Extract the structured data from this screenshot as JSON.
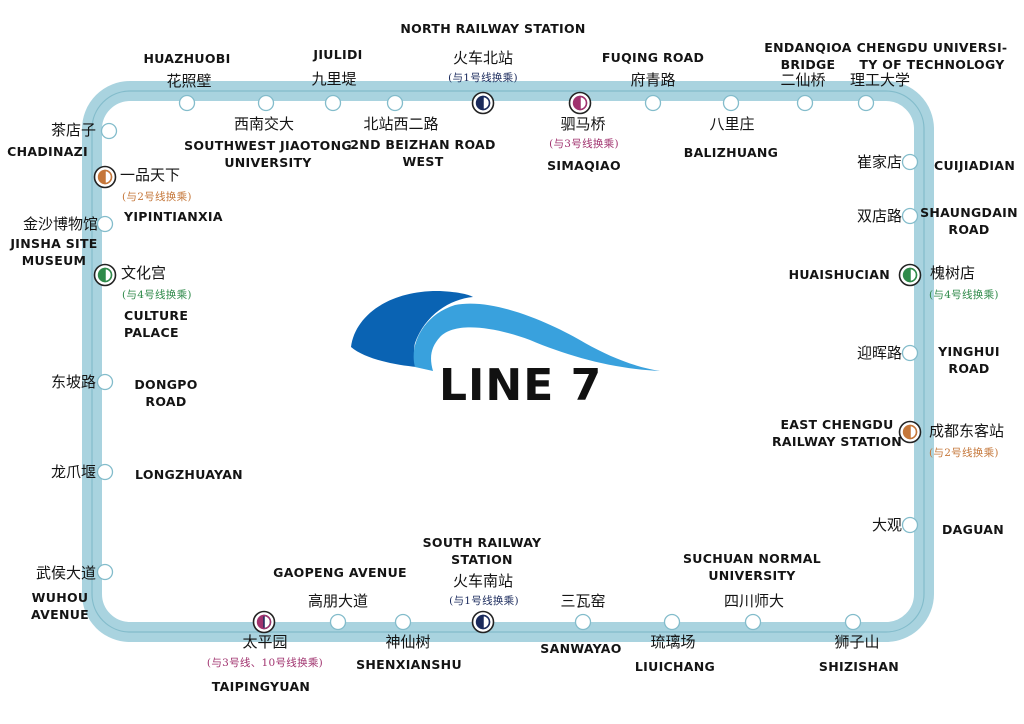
{
  "map": {
    "title": "LINE 7",
    "colors": {
      "loop": "#a9d3df",
      "loop_edge": "#83bccb",
      "logo_dark": "#0a63b3",
      "logo_light": "#39a1dd",
      "transfer_line1": "#1a2a5c",
      "transfer_line2": "#c5773a",
      "transfer_line3": "#a0326e",
      "transfer_line4": "#2f8a4a"
    },
    "stations": {
      "huochebeizhan": {
        "cn": "火车北站",
        "en": "NORTH RAILWAY STATION",
        "transfer": "(与1号线换乘)",
        "icon": "transfer-line1-icon"
      },
      "simaqiao": {
        "cn": "驷马桥",
        "en": "SIMAQIAO",
        "transfer": "(与3号线换乘)",
        "icon": "transfer-line3-icon"
      },
      "fuqinglu": {
        "cn": "府青路",
        "en": "FUQING ROAD"
      },
      "balizhuang": {
        "cn": "八里庄",
        "en": "BALIZHUANG"
      },
      "erxianqiao": {
        "cn": "二仙桥",
        "en": "ENDANQIOA\nBRIDGE"
      },
      "ligongdaxue": {
        "cn": "理工大学",
        "en": "CHENGDU UNIVERSI-\nTY OF TECHNOLOGY"
      },
      "cuijiadian": {
        "cn": "崔家店",
        "en": "CUIJIADIAN"
      },
      "shuangdianlu": {
        "cn": "双店路",
        "en": "SHAUNGDAIN\nROAD"
      },
      "huaishudian": {
        "cn": "槐树店",
        "en": "HUAISHUCIAN",
        "transfer": "(与4号线换乘)",
        "icon": "transfer-line4-icon"
      },
      "yinghuilu": {
        "cn": "迎晖路",
        "en": "YINGHUI\nROAD"
      },
      "chengdudongkezhan": {
        "cn": "成都东客站",
        "en": "EAST CHENGDU\nRAILWAY STATION",
        "transfer": "(与2号线换乘)",
        "icon": "transfer-line2-icon"
      },
      "daguan": {
        "cn": "大观",
        "en": "DAGUAN"
      },
      "shizishan": {
        "cn": "狮子山",
        "en": "SHIZISHAN"
      },
      "sichuanshida": {
        "cn": "四川师大",
        "en": "SUCHUAN NORMAL\nUNIVERSITY"
      },
      "liulichang": {
        "cn": "琉璃场",
        "en": "LIUICHANG"
      },
      "sanwayao": {
        "cn": "三瓦窑",
        "en": "SANWAYAO"
      },
      "huochenanzhan": {
        "cn": "火车南站",
        "en": "SOUTH RAILWAY\nSTATION",
        "transfer": "(与1号线换乘)",
        "icon": "transfer-line1-icon"
      },
      "shenxianshu": {
        "cn": "神仙树",
        "en": "SHENXIANSHU"
      },
      "gaopengdadao": {
        "cn": "高朋大道",
        "en": "GAOPENG AVENUE"
      },
      "taipingyuan": {
        "cn": "太平园",
        "en": "TAIPINGYUAN",
        "transfer": "(与3号线、10号线换乘)",
        "icon": "transfer-line3-10-icon"
      },
      "wuhoudadao": {
        "cn": "武侯大道",
        "en": "WUHOU\nAVENUE"
      },
      "longzhuayan": {
        "cn": "龙爪堰",
        "en": "LONGZHUAYAN"
      },
      "dongpolu": {
        "cn": "东坡路",
        "en": "DONGPO\nROAD"
      },
      "wenhuagong": {
        "cn": "文化宫",
        "en": "CULTURE\nPALACE",
        "transfer": "(与4号线换乘)",
        "icon": "transfer-line4-icon"
      },
      "jinshabowuguan": {
        "cn": "金沙博物馆",
        "en": "JINSHA SITE\nMUSEUM"
      },
      "yipintianxia": {
        "cn": "一品天下",
        "en": "YIPINTIANXIA",
        "transfer": "(与2号线换乘)",
        "icon": "transfer-line2-icon"
      },
      "chadianzi": {
        "cn": "茶店子",
        "en": "CHADINAZI"
      },
      "huazhaobi": {
        "cn": "花照壁",
        "en": "HUAZHUOBI"
      },
      "xinanjiaoda": {
        "cn": "西南交大",
        "en": "SOUTHWEST JIAOTONG\nUNIVERSITY"
      },
      "jiulidi": {
        "cn": "九里堤",
        "en": "JIULIDI"
      },
      "beizhanxierlu": {
        "cn": "北站西二路",
        "en": "2ND BEIZHAN ROAD\nWEST"
      }
    }
  }
}
